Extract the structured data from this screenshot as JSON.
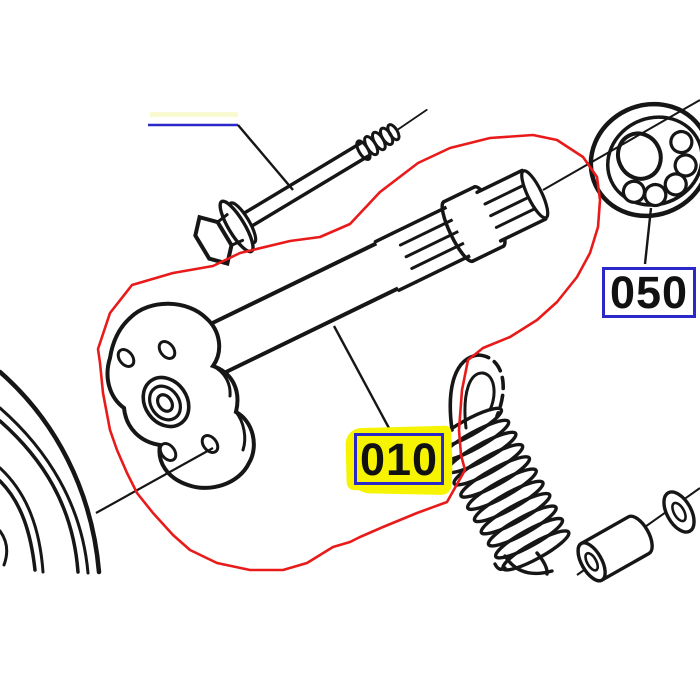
{
  "diagram": {
    "type": "exploded-parts-diagram",
    "background_color": "#ffffff",
    "line_color": "#161616",
    "selection_outline_color": "#e81a1a",
    "callout_border_color": "#2a28c8",
    "highlight_color": "#f6f400",
    "callouts": [
      {
        "id": "010",
        "label": "010",
        "highlighted": true,
        "points_to": "shaft-assembly"
      },
      {
        "id": "050",
        "label": "050",
        "highlighted": false,
        "points_to": "ball-bearing"
      }
    ],
    "cropped_callout": {
      "label": "",
      "note": "only blue underline of an off-screen callout visible"
    },
    "parts": [
      {
        "name": "hex-bolt"
      },
      {
        "name": "shaft-assembly"
      },
      {
        "name": "mounting-flange"
      },
      {
        "name": "ball-bearing"
      },
      {
        "name": "pulley"
      },
      {
        "name": "tension-spring"
      },
      {
        "name": "spacer-bushing"
      },
      {
        "name": "washer"
      }
    ]
  }
}
